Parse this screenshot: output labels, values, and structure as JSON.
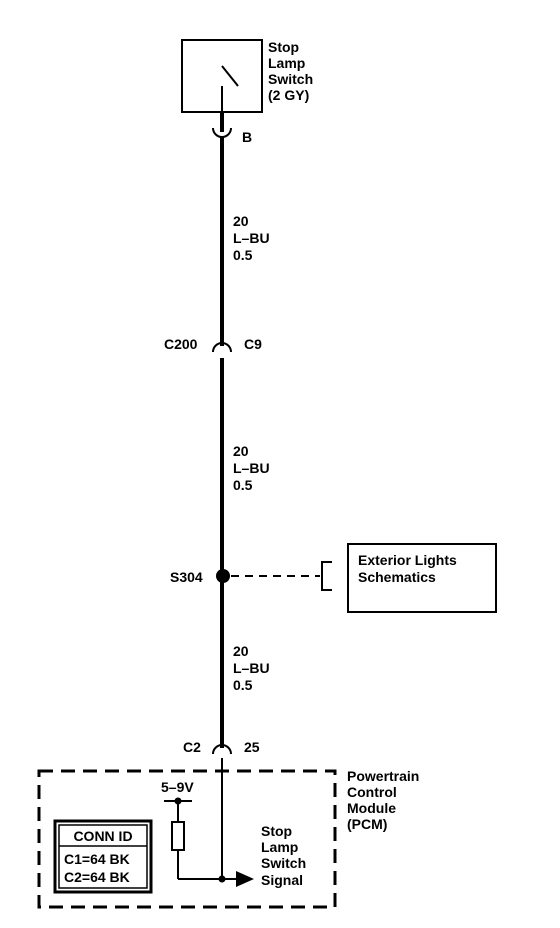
{
  "switch": {
    "name_lines": [
      "Stop",
      "Lamp",
      "Switch",
      "(2 GY)"
    ],
    "terminal": "B"
  },
  "wires": [
    {
      "gauge": "20",
      "color": "L–BU",
      "size": "0.5"
    },
    {
      "gauge": "20",
      "color": "L–BU",
      "size": "0.5"
    },
    {
      "gauge": "20",
      "color": "L–BU",
      "size": "0.5"
    }
  ],
  "connector_c200": {
    "connector": "C200",
    "pin": "C9"
  },
  "splice": {
    "label": "S304"
  },
  "reference_box": {
    "lines": [
      "Exterior Lights",
      "Schematics"
    ]
  },
  "connector_pcm": {
    "connector": "C2",
    "pin": "25"
  },
  "pcm": {
    "name_lines": [
      "Powertrain",
      "Control",
      "Module",
      "(PCM)"
    ],
    "voltage": "5–9V",
    "signal_lines": [
      "Stop",
      "Lamp",
      "Switch",
      "Signal"
    ]
  },
  "conn_id": {
    "title": "CONN ID",
    "rows": [
      "C1=64 BK",
      "C2=64 BK"
    ]
  }
}
